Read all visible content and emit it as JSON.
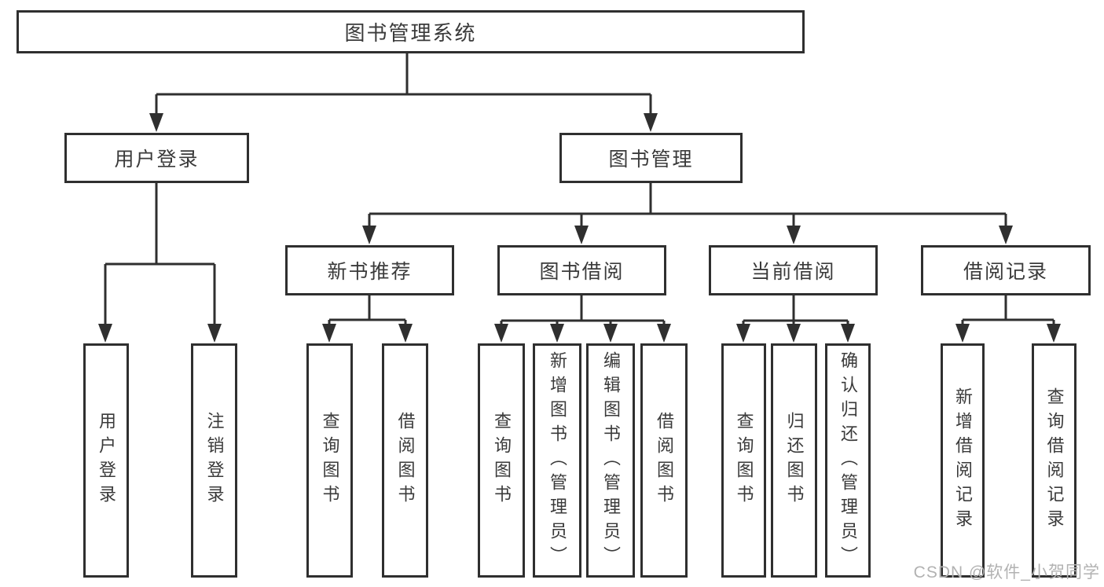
{
  "diagram": {
    "title_node": "图书管理系统",
    "root": {
      "label": "图书管理系统"
    },
    "level2": [
      {
        "id": "user-login",
        "label": "用户登录"
      },
      {
        "id": "book-management",
        "label": "图书管理"
      }
    ],
    "level3": [
      {
        "id": "new-book-recommend",
        "label": "新书推荐"
      },
      {
        "id": "book-borrow",
        "label": "图书借阅"
      },
      {
        "id": "current-borrow",
        "label": "当前借阅"
      },
      {
        "id": "borrow-records",
        "label": "借阅记录"
      }
    ],
    "leaves": {
      "user_login": [
        "用户登录",
        "注销登录"
      ],
      "new_book_recommend": [
        "查询图书",
        "借阅图书"
      ],
      "book_borrow": [
        "查询图书",
        "新增图书（管理员）",
        "编辑图书（管理员）",
        "借阅图书"
      ],
      "current_borrow": [
        "查询图书",
        "归还图书",
        "确认归还（管理员）"
      ],
      "borrow_records": [
        "新增借阅记录",
        "查询借阅记录"
      ]
    }
  },
  "watermark": "CSDN @软件_小贺同学",
  "colors": {
    "line": "#2f2f2f",
    "text": "#3a3a3a",
    "watermark": "#b2b2b2",
    "box-bg": "#ffffff",
    "page-bg": "#ffffff"
  }
}
